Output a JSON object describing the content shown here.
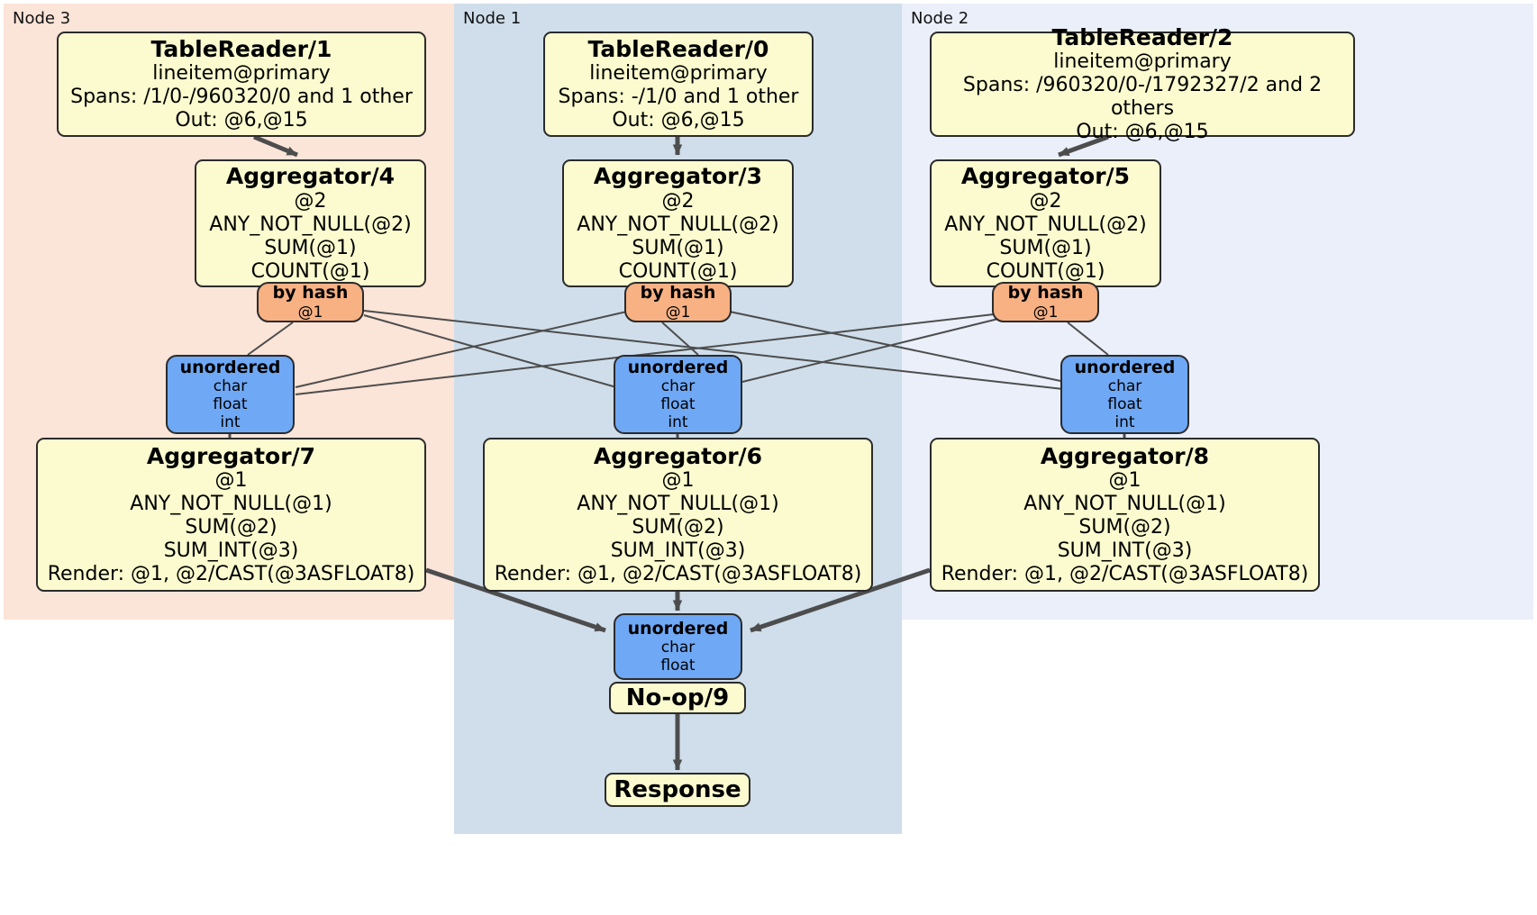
{
  "diagram": {
    "type": "distributed-query-plan",
    "panels": [
      {
        "label": "Node 3",
        "color": "#fbe4d8"
      },
      {
        "label": "Node 1",
        "color": "#cfdeea"
      },
      {
        "label": "Node 2",
        "color": "#eaeffa"
      }
    ],
    "colors": {
      "processor": "#fbfbcf",
      "hash_router": "#f7b183",
      "unordered_router": "#6fa8f5",
      "edge": "#4d4d4d",
      "border": "#2b2b2b"
    }
  },
  "nodes": {
    "table_reader_1": {
      "title": "TableReader/1",
      "lines": [
        "lineitem@primary",
        "Spans: /1/0-/960320/0 and 1 other",
        "Out: @6,@15"
      ]
    },
    "table_reader_0": {
      "title": "TableReader/0",
      "lines": [
        "lineitem@primary",
        "Spans: -/1/0 and 1 other",
        "Out: @6,@15"
      ]
    },
    "table_reader_2": {
      "title": "TableReader/2",
      "lines": [
        "lineitem@primary",
        "Spans: /960320/0-/1792327/2 and 2 others",
        "Out: @6,@15"
      ]
    },
    "aggregator_4": {
      "title": "Aggregator/4",
      "lines": [
        "@2",
        "ANY_NOT_NULL(@2)",
        "SUM(@1)",
        "COUNT(@1)"
      ]
    },
    "aggregator_3": {
      "title": "Aggregator/3",
      "lines": [
        "@2",
        "ANY_NOT_NULL(@2)",
        "SUM(@1)",
        "COUNT(@1)"
      ]
    },
    "aggregator_5": {
      "title": "Aggregator/5",
      "lines": [
        "@2",
        "ANY_NOT_NULL(@2)",
        "SUM(@1)",
        "COUNT(@1)"
      ]
    },
    "aggregator_7": {
      "title": "Aggregator/7",
      "lines": [
        "@1",
        "ANY_NOT_NULL(@1)",
        "SUM(@2)",
        "SUM_INT(@3)",
        "Render: @1, @2/CAST(@3ASFLOAT8)"
      ]
    },
    "aggregator_6": {
      "title": "Aggregator/6",
      "lines": [
        "@1",
        "ANY_NOT_NULL(@1)",
        "SUM(@2)",
        "SUM_INT(@3)",
        "Render: @1, @2/CAST(@3ASFLOAT8)"
      ]
    },
    "aggregator_8": {
      "title": "Aggregator/8",
      "lines": [
        "@1",
        "ANY_NOT_NULL(@1)",
        "SUM(@2)",
        "SUM_INT(@3)",
        "Render: @1, @2/CAST(@3ASFLOAT8)"
      ]
    },
    "hash_left": {
      "title": "by hash",
      "lines": [
        "@1"
      ]
    },
    "hash_center": {
      "title": "by hash",
      "lines": [
        "@1"
      ]
    },
    "hash_right": {
      "title": "by hash",
      "lines": [
        "@1"
      ]
    },
    "unordered_left": {
      "title": "unordered",
      "lines": [
        "char",
        "float",
        "int"
      ]
    },
    "unordered_center": {
      "title": "unordered",
      "lines": [
        "char",
        "float",
        "int"
      ]
    },
    "unordered_right": {
      "title": "unordered",
      "lines": [
        "char",
        "float",
        "int"
      ]
    },
    "unordered_final": {
      "title": "unordered",
      "lines": [
        "char",
        "float"
      ]
    },
    "no_op_9": {
      "title": "No-op/9"
    },
    "response": {
      "title": "Response"
    }
  }
}
